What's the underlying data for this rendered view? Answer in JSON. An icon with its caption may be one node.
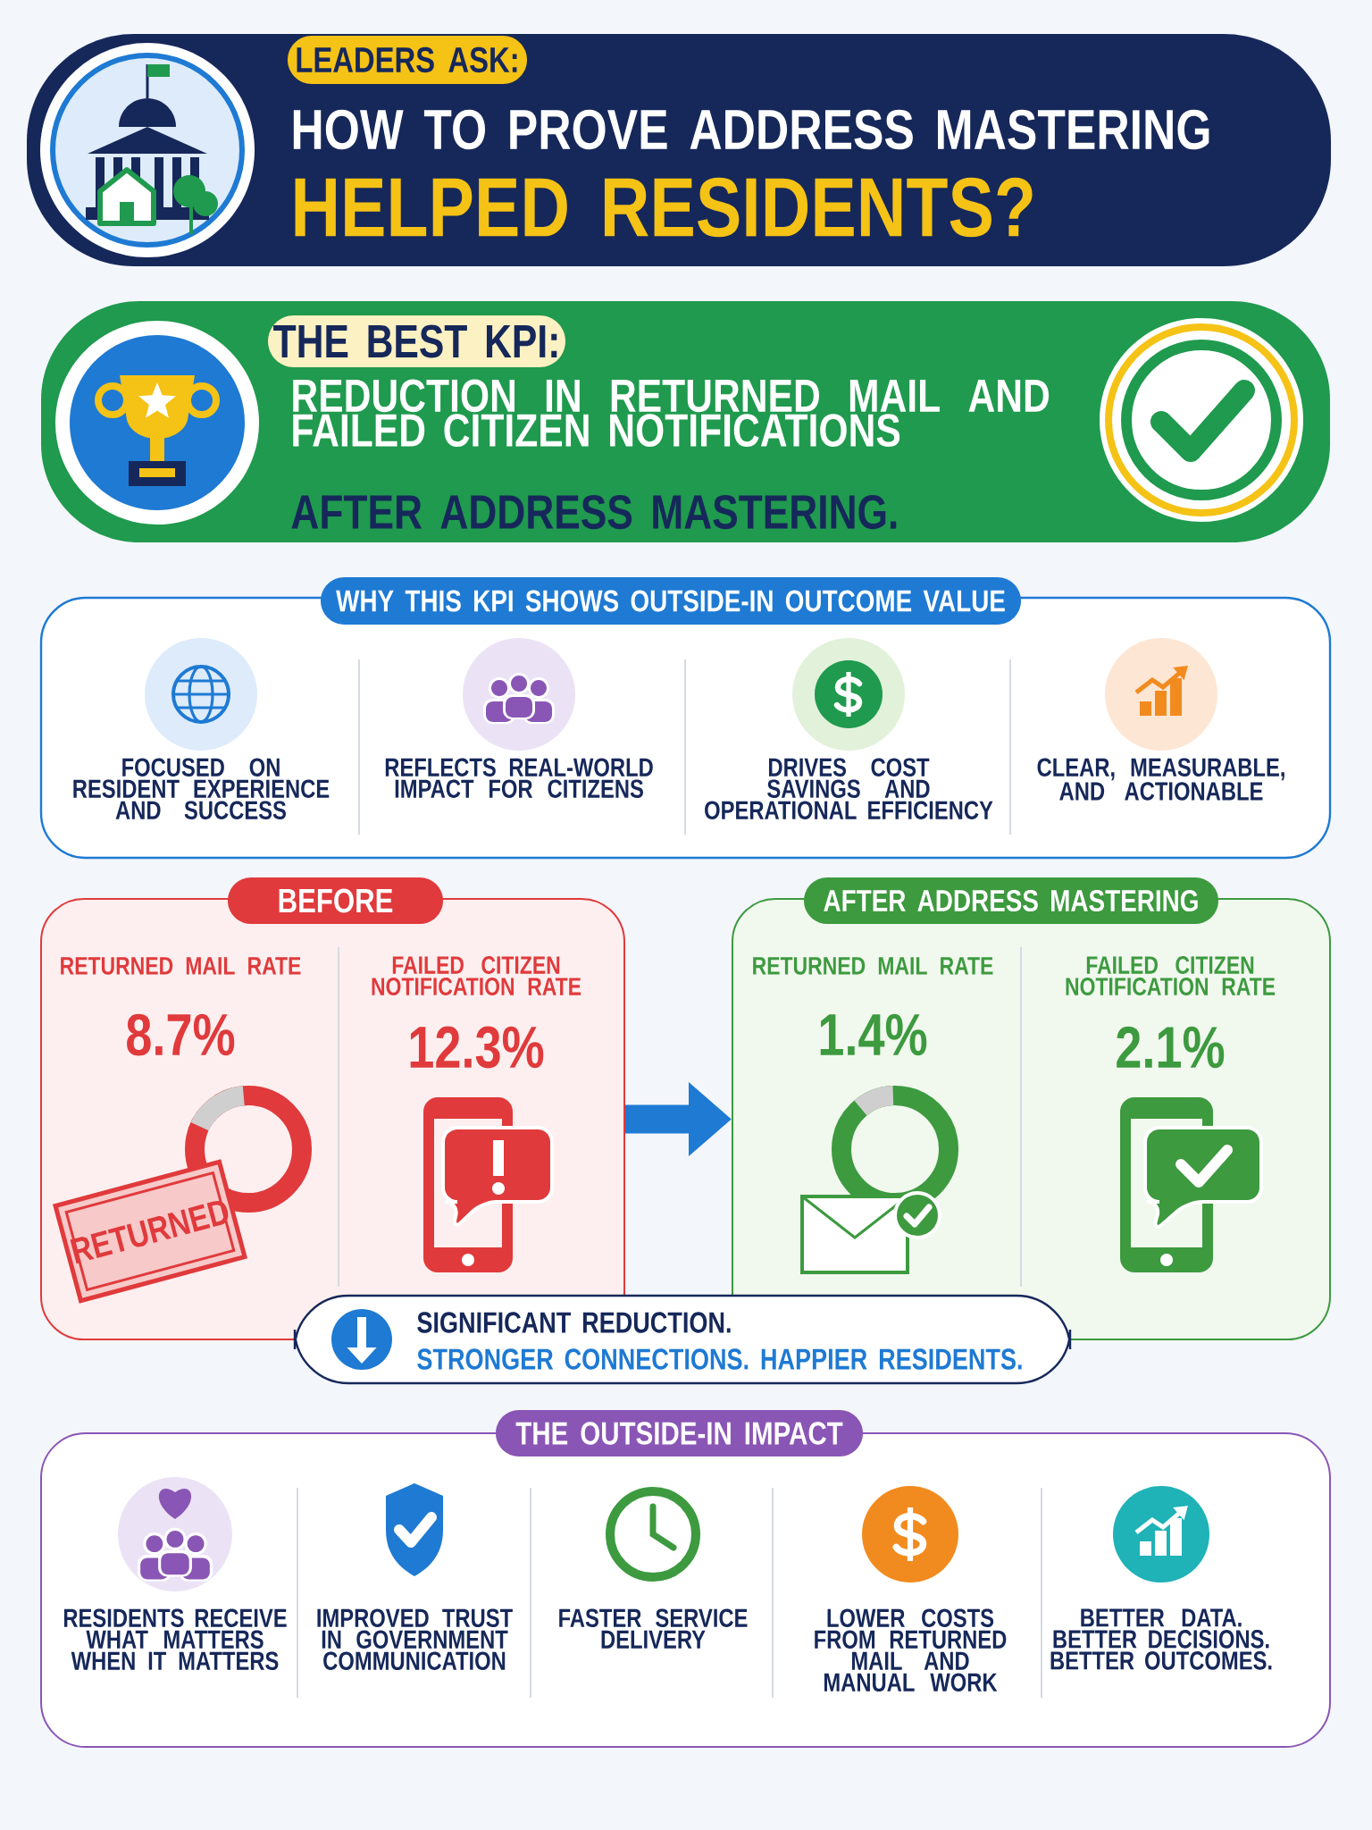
{
  "diagram": {
    "nodes": [
      {
        "text": [
          "LEADERS ASK:",
          "HOW TO PROVE ADDRESS MASTERING",
          "HELPED RESIDENTS?"
        ]
      },
      {
        "text": [
          "THE BEST KPI:",
          "REDUCTION IN RETURNED MAIL AND FAILED CITIZEN NOTIFICATIONS",
          "AFTER ADDRESS MASTERING."
        ]
      },
      {
        "text": [
          "WHY THIS KPI SHOWS OUTSIDE-IN OUTCOME VALUE"
        ]
      },
      {
        "text": [
          "BEFORE",
          "RETURNED MAIL RATE",
          "8.7%",
          "FAILED CITIZEN NOTIFICATION RATE",
          "12.3%"
        ]
      },
      {
        "text": [
          "AFTER ADDRESS MASTERING",
          "RETURNED MAIL RATE",
          "1.4%",
          "FAILED CITIZEN NOTIFICATION RATE",
          "2.1%"
        ]
      },
      {
        "text": [
          "SIGNIFICANT REDUCTION.",
          "STRONGER CONNECTIONS. HAPPIER RESIDENTS."
        ]
      },
      {
        "text": [
          "THE OUTSIDE-IN IMPACT"
        ]
      }
    ],
    "edges": [
      {
        "from": 3,
        "to": 4,
        "arrow": "to"
      }
    ],
    "labels": [
      "FOCUSED ON RESIDENT EXPERIENCE AND SUCCESS",
      "REFLECTS REAL-WORLD IMPACT FOR CITIZENS",
      "DRIVES COST SAVINGS AND OPERATIONAL EFFICIENCY",
      "CLEAR, MEASURABLE, AND ACTIONABLE",
      "RETURNED",
      "RESIDENTS RECEIVE WHAT MATTERS WHEN IT MATTERS",
      "IMPROVED TRUST IN GOVERNMENT COMMUNICATION",
      "FASTER SERVICE DELIVERY",
      "LOWER COSTS FROM RETURNED MAIL AND MANUAL WORK",
      "BETTER DATA. BETTER DECISIONS. BETTER OUTCOMES."
    ]
  }
}
